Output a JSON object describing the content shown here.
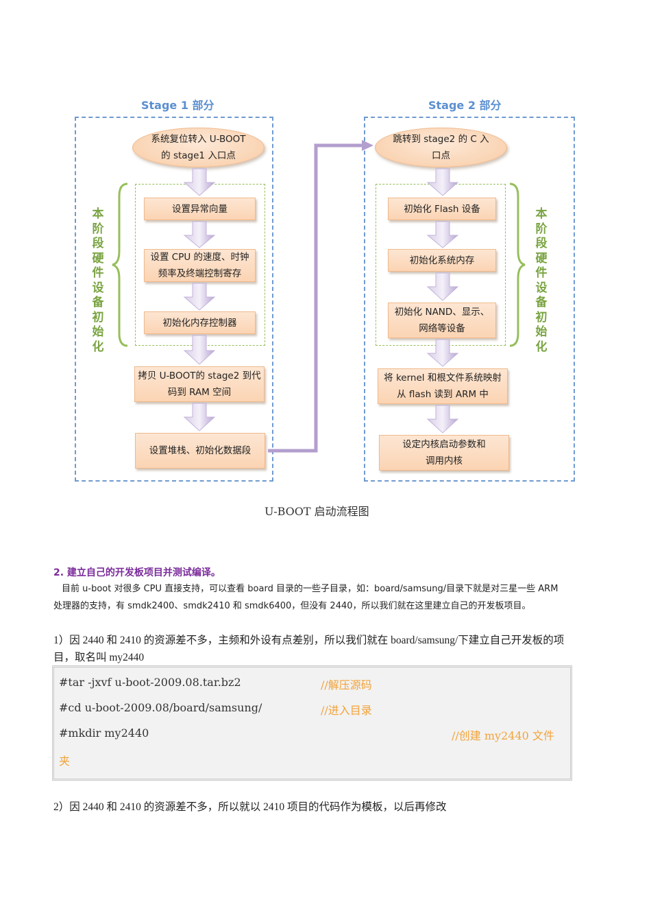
{
  "diagram": {
    "stage1": {
      "title": "Stage 1 部分",
      "side_label": "本阶段硬件设备初始化",
      "start": [
        "系统复位转入 U-BOOT",
        "的 stage1 入口点"
      ],
      "hw_steps": [
        [
          "设置异常向量"
        ],
        [
          "设置 CPU 的速度、时钟",
          "频率及终端控制寄存"
        ],
        [
          "初始化内存控制器"
        ]
      ],
      "steps": [
        [
          "拷贝 U-BOOT的 stage2 到代",
          "码到 RAM 空间"
        ],
        [
          "设置堆栈、初始化数据段"
        ]
      ]
    },
    "stage2": {
      "title": "Stage 2 部分",
      "side_label": "本阶段硬件设备初始化",
      "start": [
        "跳转到 stage2 的 C 入",
        "口点"
      ],
      "hw_steps": [
        [
          "初始化 Flash 设备"
        ],
        [
          "初始化系统内存"
        ],
        [
          "初始化 NAND、显示、",
          "网络等设备"
        ]
      ],
      "steps": [
        [
          "将 kernel 和根文件系统映射",
          "从 flash 读到 ARM 中"
        ],
        [
          "设定内核启动参数和",
          "调用内核"
        ]
      ]
    },
    "caption": "U-BOOT 启动流程图",
    "colors": {
      "stage_border": "#6f9ad0",
      "green": "#96bf5a",
      "arrow": "#b39fce",
      "box": "#fbd4b3"
    }
  },
  "section": {
    "heading": "2. 建立自己的开发板项目并测试编译。",
    "intro_line1": "目前 u-boot 对很多 CPU 直接支持，可以查看 board 目录的一些子目录，如：board/samsung/目录下就是对三星一些 ARM",
    "intro_line2": "处理器的支持，有 smdk2400、smdk2410 和 smdk6400，但没有 2440，所以我们就在这里建立自己的开发板项目。",
    "step1_line1": "1）因 2440 和 2410 的资源差不多，主频和外设有点差别，所以我们就在 board/samsung/下建立自己开发板的项",
    "step1_line2": "目，取名叫 my2440",
    "code": [
      {
        "cmd": "#tar -jxvf u-boot-2009.08.tar.bz2",
        "comment": "//解压源码"
      },
      {
        "cmd": "#cd u-boot-2009.08/board/samsung/",
        "comment": "//进入目录"
      },
      {
        "cmd": "#mkdir my2440",
        "comment": "//创建 my2440 文件"
      }
    ],
    "code_wrap": "夹",
    "step2": "2）因 2440 和 2410 的资源差不多，所以就以 2410 项目的代码作为模板，以后再修改"
  }
}
